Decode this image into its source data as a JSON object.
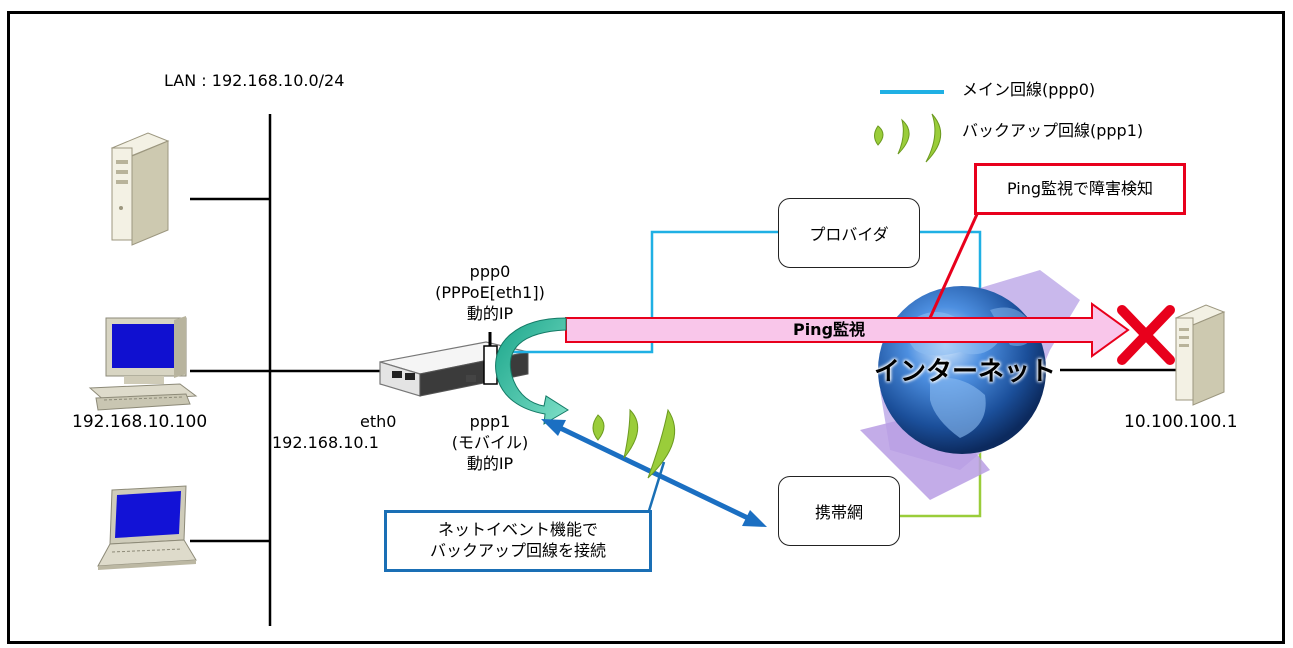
{
  "lan_label": "LAN : 192.168.10.0/24",
  "legend": {
    "main_line": "メイン回線(ppp0)",
    "backup_line": "バックアップ回線(ppp1)",
    "main_color": "#1fb0e4",
    "backup_color": "#9acd3a"
  },
  "hosts": {
    "pc_ip": "192.168.10.100",
    "server_ip": "10.100.100.1"
  },
  "router": {
    "eth0_label": "eth0",
    "eth0_ip": "192.168.10.1",
    "ppp0_name": "ppp0",
    "ppp0_type": "(PPPoE[eth1])",
    "ppp0_ip": "動的IP",
    "ppp1_name": "ppp1",
    "ppp1_type": "(モバイル)",
    "ppp1_ip": "動的IP"
  },
  "nodes": {
    "provider": "プロバイダ",
    "mobile_network": "携帯網",
    "internet": "インターネット"
  },
  "ping_arrow_label": "Ping監視",
  "callouts": {
    "failure_detect": "Ping監視で障害検知",
    "netevent_line1": "ネットイベント機能で",
    "netevent_line2": "バックアップ回線を接続"
  },
  "colors": {
    "alert_red": "#e8001c",
    "ping_fill": "#f9c6ea",
    "callout_blue": "#1a6fb5",
    "arrow_blue": "#1b6fc2",
    "switch_arrow": "#1aa58a"
  }
}
